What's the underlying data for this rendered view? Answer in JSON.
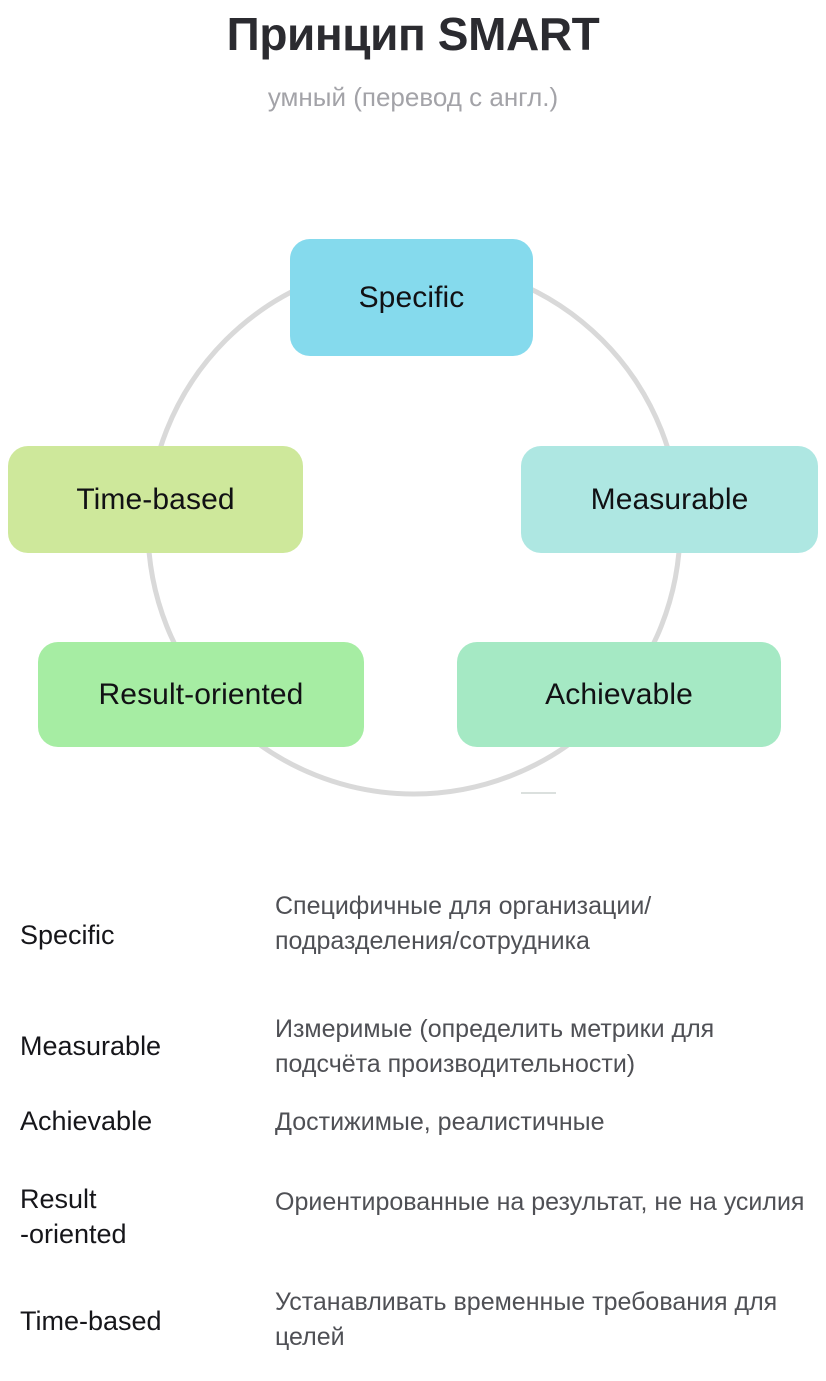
{
  "header": {
    "title": "Принцип SMART",
    "subtitle": "умный (перевод с англ.)"
  },
  "diagram": {
    "ring_color": "#d9d9d9",
    "nodes": [
      {
        "label": "Specific",
        "color": "#85daed"
      },
      {
        "label": "Measurable",
        "color": "#aee7e2"
      },
      {
        "label": "Achievable",
        "color": "#a5e9c4"
      },
      {
        "label": "Result-oriented",
        "color": "#a6eda3"
      },
      {
        "label": "Time-based",
        "color": "#cee89b"
      }
    ]
  },
  "definitions": [
    {
      "term": "Specific",
      "description": "Специфичные для организации/подразделения/сотрудника"
    },
    {
      "term": "Measurable",
      "description": "Измеримые (определить метрики для подсчёта производительности)"
    },
    {
      "term": "Achievable",
      "description": "Достижимые, реалистичные"
    },
    {
      "term": "Result\n-oriented",
      "description": "Ориентированные на результат, не на усилия"
    },
    {
      "term": "Time-based",
      "description": "Устанавливать временные требования для целей"
    }
  ]
}
